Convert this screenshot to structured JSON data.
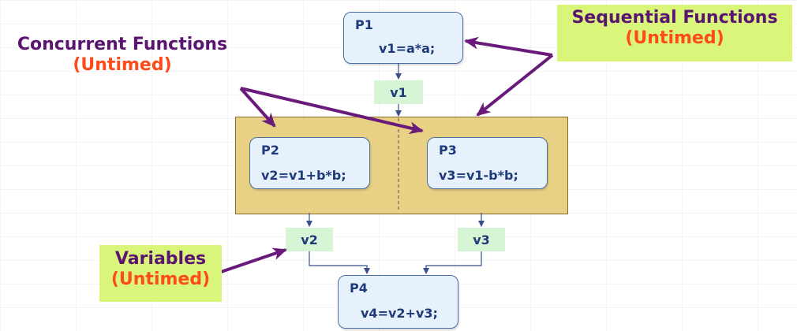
{
  "processes": {
    "p1": {
      "name": "P1",
      "code": "v1=a*a;"
    },
    "p2": {
      "name": "P2",
      "code": "v2=v1+b*b;"
    },
    "p3": {
      "name": "P3",
      "code": "v3=v1-b*b;"
    },
    "p4": {
      "name": "P4",
      "code": "v4=v2+v3;"
    }
  },
  "variables": {
    "v1": "v1",
    "v2": "v2",
    "v3": "v3"
  },
  "callouts": {
    "concurrent": {
      "line1": "Concurrent Functions",
      "line2": "(Untimed)"
    },
    "sequential": {
      "line1": "Sequential Functions",
      "line2": "(Untimed)"
    },
    "variables": {
      "line1": "Variables",
      "line2": "(Untimed)"
    }
  },
  "colors": {
    "process_fill": "#e6f1fb",
    "process_border": "#4a6fa5",
    "variable_fill": "#d5f5d5",
    "concurrent_fill": "#e8d184",
    "callout_fill": "#d9f57a",
    "callout_title": "#5a1570",
    "callout_untimed": "#ff4a1a",
    "pointer_arrow": "#6a1a7a"
  }
}
